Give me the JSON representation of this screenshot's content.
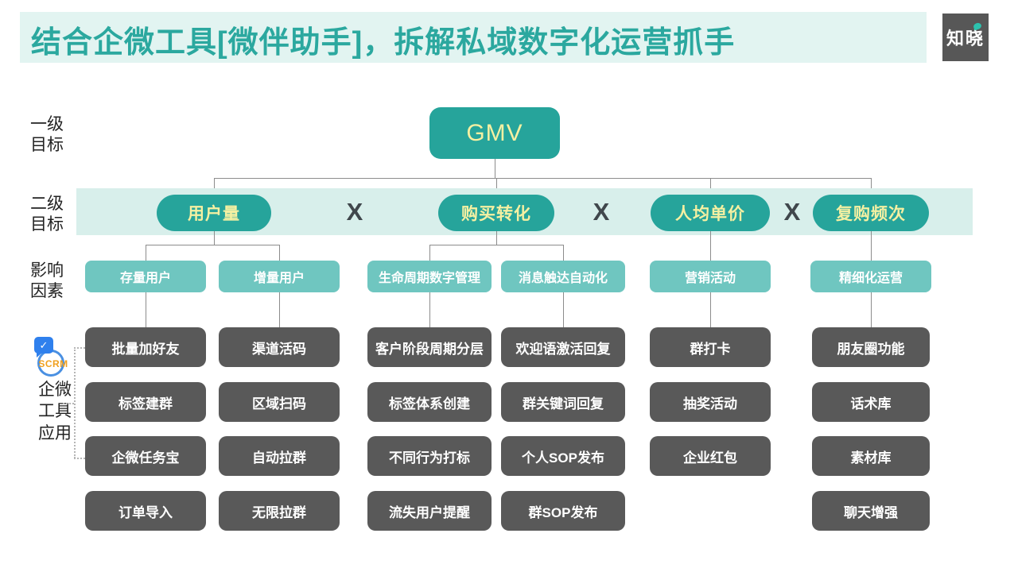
{
  "header": {
    "title": "结合企微工具[微伴助手]，拆解私域数字化运营抓手",
    "logo_text": "知晓"
  },
  "side_labels": {
    "level1_goal": {
      "line1": "一级",
      "line2": "目标"
    },
    "level2_goal": {
      "line1": "二级",
      "line2": "目标"
    },
    "factors": {
      "line1": "影响",
      "line2": "因素"
    },
    "tools": {
      "line1": "企微",
      "line2": "工具",
      "line3": "应用"
    }
  },
  "scrm_icon": {
    "label": "SCRM",
    "check": "✓"
  },
  "tree": {
    "root": "GMV",
    "multiply_sign": "X",
    "level2": [
      "用户量",
      "购买转化",
      "人均单价",
      "复购频次"
    ],
    "columns": [
      {
        "factor": "存量用户",
        "tools": [
          "批量加好友",
          "标签建群",
          "企微任务宝",
          "订单导入"
        ]
      },
      {
        "factor": "增量用户",
        "tools": [
          "渠道活码",
          "区域扫码",
          "自动拉群",
          "无限拉群"
        ]
      },
      {
        "factor": "生命周期数字管理",
        "tools": [
          "客户阶段周期分层",
          "标签体系创建",
          "不同行为打标",
          "流失用户提醒"
        ]
      },
      {
        "factor": "消息触达自动化",
        "tools": [
          "欢迎语激活回复",
          "群关键词回复",
          "个人SOP发布",
          "群SOP发布"
        ]
      },
      {
        "factor": "营销活动",
        "tools": [
          "群打卡",
          "抽奖活动",
          "企业红包"
        ]
      },
      {
        "factor": "精细化运营",
        "tools": [
          "朋友圈功能",
          "话术库",
          "素材库",
          "聊天增强"
        ]
      }
    ]
  },
  "colors": {
    "accent_teal": "#26a49b",
    "light_teal_box": "#6fc6c0",
    "title_band": "#e2f4f1",
    "level2_band": "#d8efeb",
    "dark_box": "#595959",
    "pill_text": "#f5f0a2"
  }
}
